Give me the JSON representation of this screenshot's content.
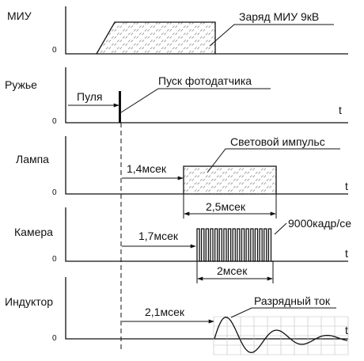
{
  "colors": {
    "ink": "#111111",
    "background": "#ffffff",
    "hatch": "#8a8a8a",
    "grid": "#bdbdbd"
  },
  "axis_zero": "0",
  "time_axis_label": "t",
  "rows": [
    {
      "label": "МИУ",
      "callout": "Заряд МИУ 9кВ"
    },
    {
      "label": "Ружье",
      "interval_label": "Пуля",
      "callout": "Пуск фотодатчика"
    },
    {
      "label": "Лампа",
      "delay": "1,4мсек",
      "duration": "2,5мсек",
      "callout": "Световой импульс"
    },
    {
      "label": "Камера",
      "delay": "1,7мсек",
      "duration": "2мсек",
      "callout": "9000кадр/се"
    },
    {
      "label": "Индуктор",
      "delay": "2,1мсек",
      "callout": "Разрядный ток"
    }
  ]
}
